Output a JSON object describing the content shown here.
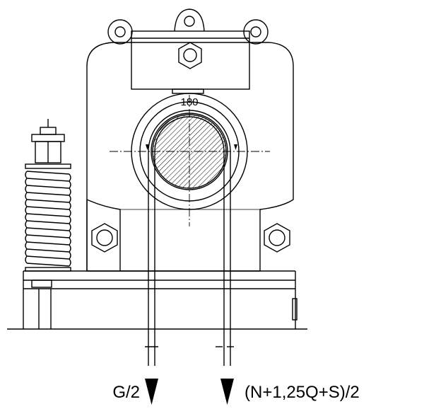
{
  "drawing": {
    "angle_label": "180",
    "load_left_label": "G/2",
    "load_right_label": "(N+1,25Q+S)/2"
  },
  "colors": {
    "line": "#000000",
    "background": "#ffffff"
  },
  "icons": {
    "load_arrow": "arrow-down-icon"
  }
}
